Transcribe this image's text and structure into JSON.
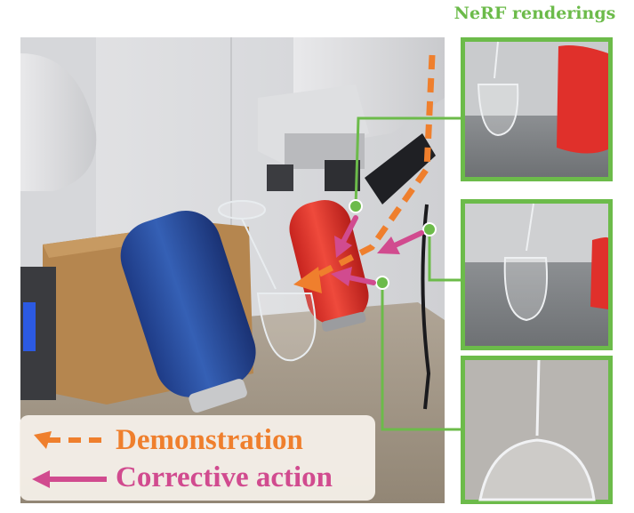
{
  "figure": {
    "title": "NeRF renderings",
    "legend": [
      {
        "label": "Demonstration",
        "style": "dashed-arrow",
        "color": "#ef7f2d"
      },
      {
        "label": "Corrective action",
        "style": "solid-arrow",
        "color": "#d14b8f"
      }
    ]
  },
  "colors": {
    "nerf_frame": "#6cbb4a",
    "demonstration": "#ef7f2d",
    "corrective": "#d14b8f",
    "blue_bottle": "#2a4c9e",
    "red_bottle": "#e0332e",
    "box": "#b5864f",
    "table": "#a89c8c"
  }
}
